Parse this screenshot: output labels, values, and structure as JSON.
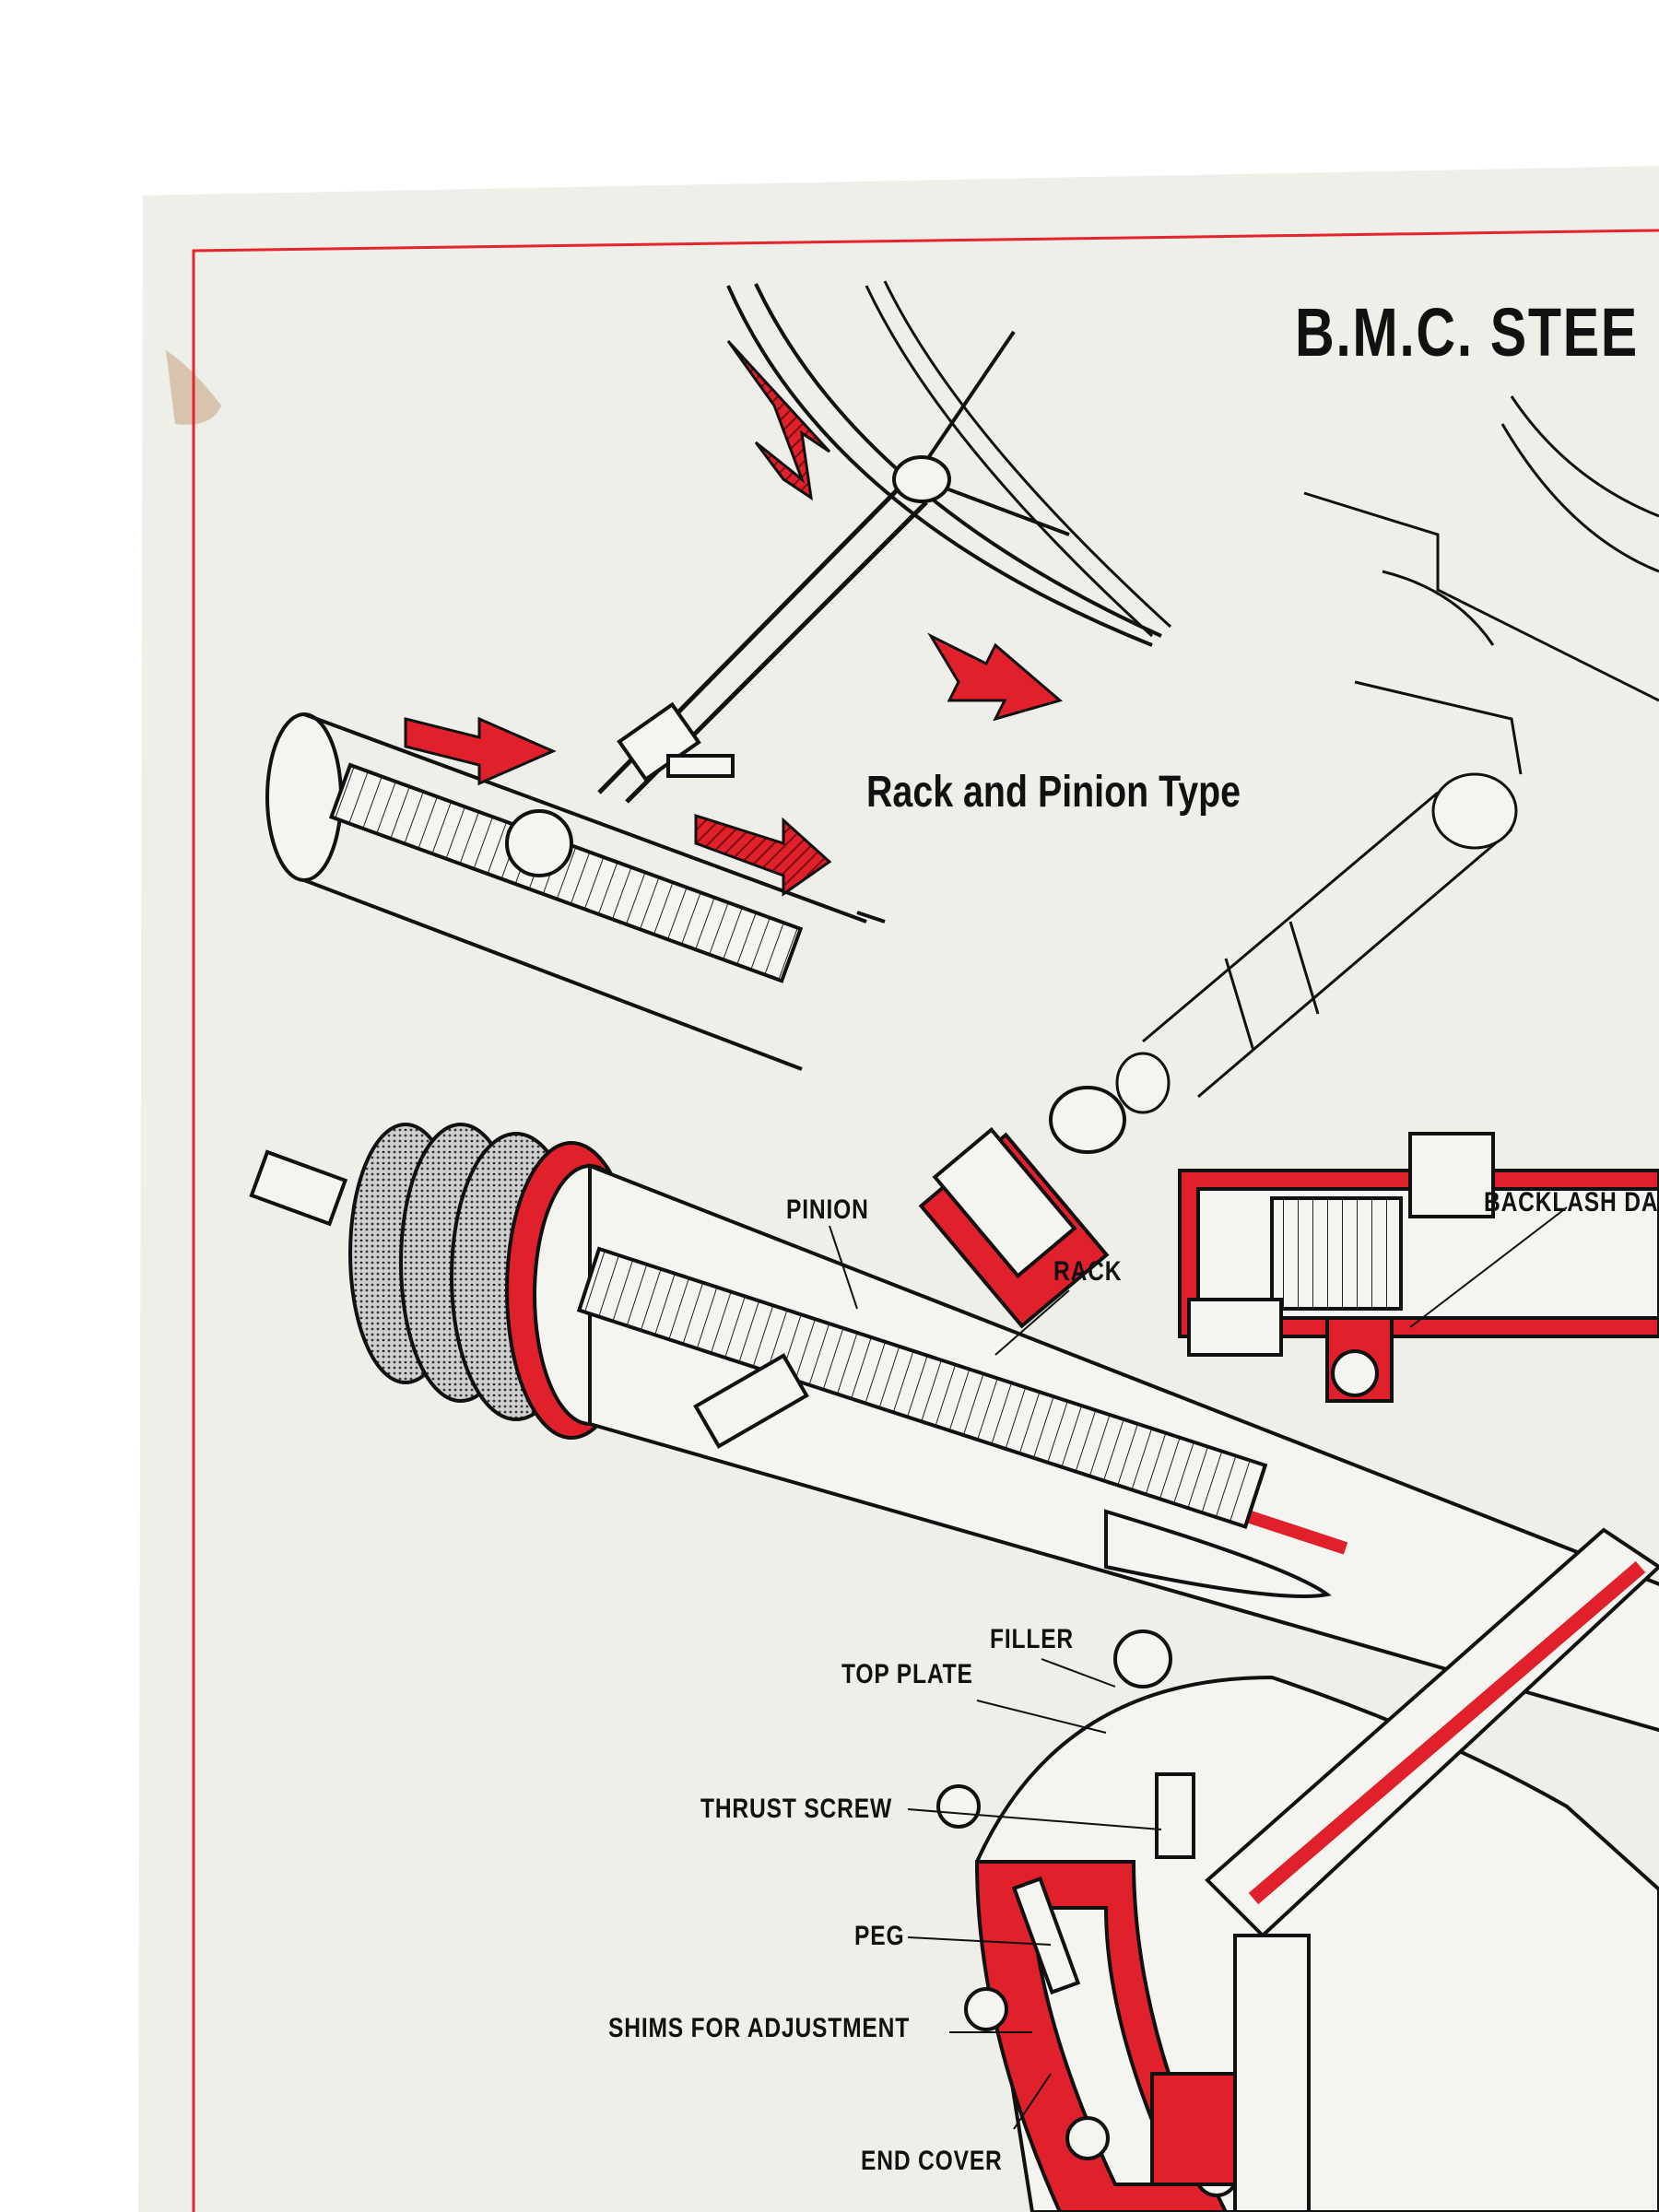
{
  "poster": {
    "title": "B.M.C. STEE",
    "subtitle": "Rack and Pinion Type"
  },
  "labels": {
    "pinion": "PINION",
    "rack": "RACK",
    "backlash": "BACKLASH DA",
    "filler": "FILLER",
    "top_plate": "TOP PLATE",
    "thrust_screw": "THRUST SCREW",
    "peg": "PEG",
    "shims": "SHIMS FOR ADJUSTMENT",
    "end_cover": "END COVER"
  },
  "colors": {
    "paper": "#efefea",
    "border_red": "#e3262e",
    "ink": "#111111",
    "accent_red": "#e0202a"
  }
}
